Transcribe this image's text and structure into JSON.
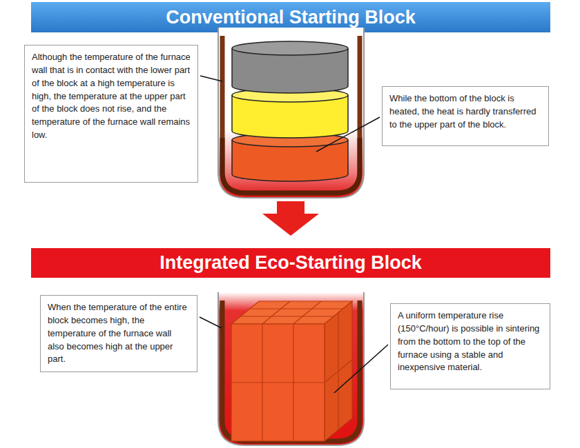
{
  "diagram": {
    "nodes": [
      {
        "text": [
          "Conventional Starting Block"
        ]
      },
      {
        "text": [
          "Although the temperature of the furnace wall that is in contact with the lower part of the block at a high temperature is high, the temperature at the upper part of the block does not rise, and the temperature of the furnace wall remains low."
        ]
      },
      {
        "text": [
          "While the bottom of the block is heated, the heat is hardly transferred to the upper part of the block."
        ]
      },
      {
        "text": [
          "Integrated Eco-Starting Block"
        ]
      },
      {
        "text": [
          "When the temperature of the entire block becomes high, the temperature of the furnace wall also becomes high at the upper part."
        ]
      },
      {
        "text": [
          "A uniform temperature rise (150°C/hour) is possible in sintering from the bottom to the top of the furnace using a stable and inexpensive material."
        ]
      }
    ]
  }
}
